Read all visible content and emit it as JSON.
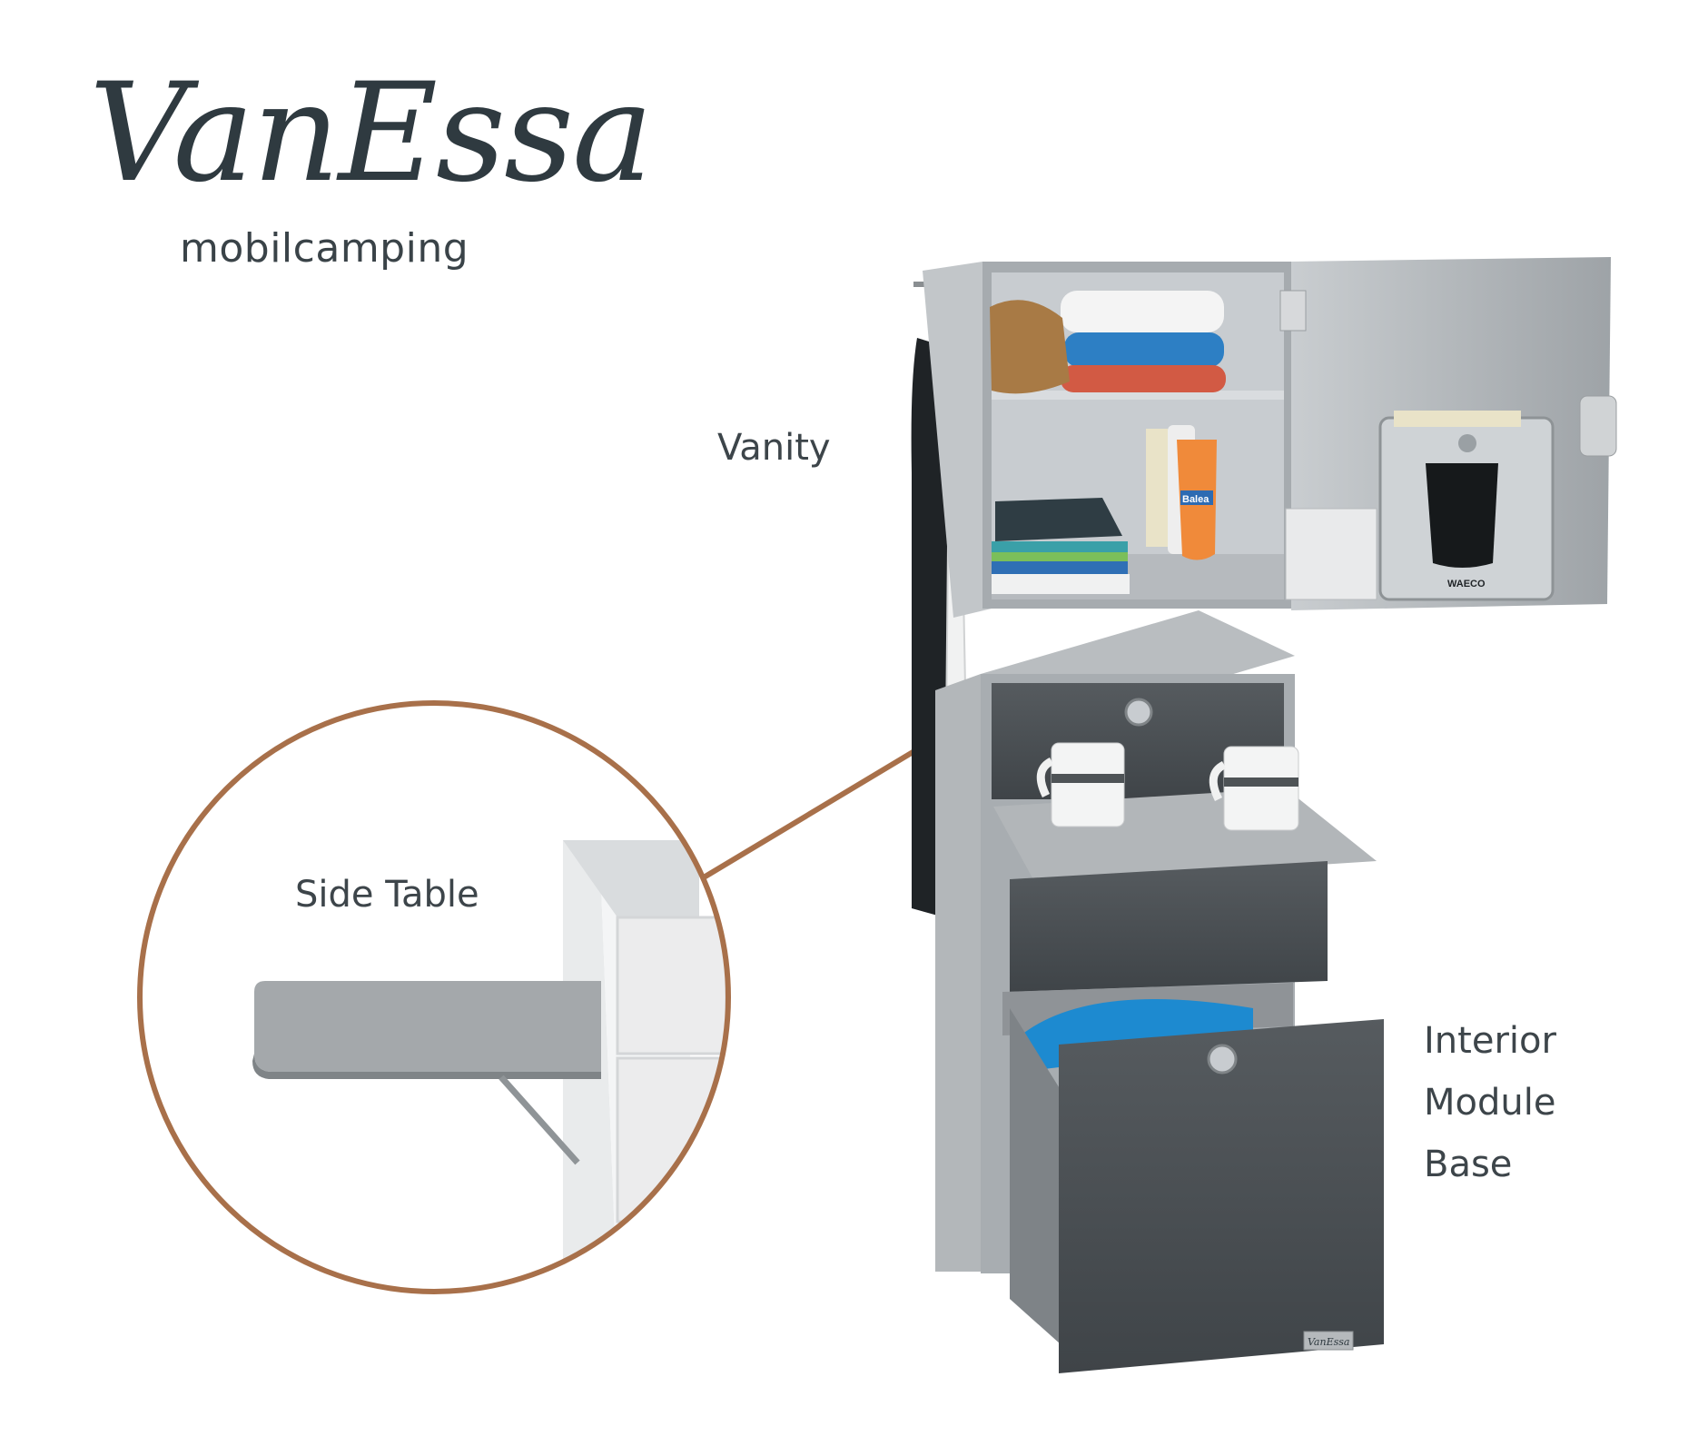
{
  "brand": {
    "name": "VanEssa",
    "tagline": "mobilcamping"
  },
  "labels": {
    "vanity": "Vanity",
    "side_table": "Side Table",
    "interior_line1": "Interior",
    "interior_line2": "Module",
    "interior_line3": "Base"
  },
  "product_marks": {
    "coffee_machine_brand": "WAECO",
    "lotion_brand": "Balea",
    "drawer_plate": "VanEssa"
  },
  "colors": {
    "callout_ring": "#a8704a",
    "cabinet_silver": "#b9bdc0",
    "drawer_anthracite": "#4a4f53",
    "text": "#3d454a"
  }
}
